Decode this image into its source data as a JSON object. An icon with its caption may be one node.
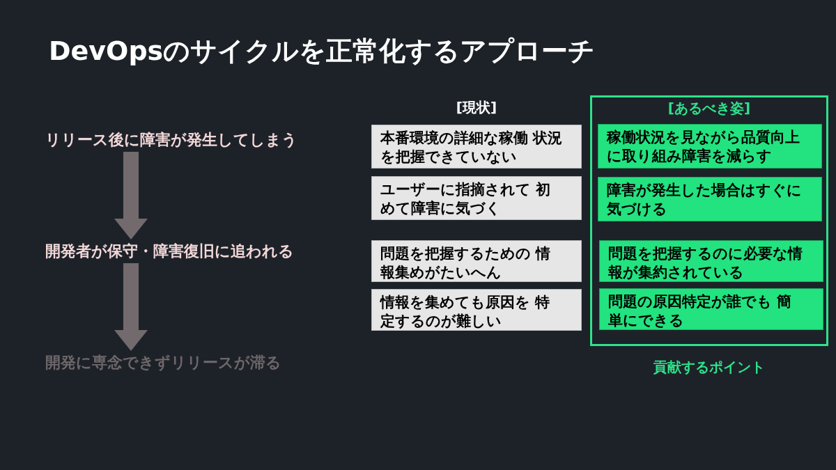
{
  "diagram": {
    "title": "DevOpsのサイクルを正常化するアプローチ",
    "nodes": [
      {
        "text": [
          "リリース後に障害が発生してしまう"
        ]
      },
      {
        "text": [
          "開発者が保守・障害復旧に追われる"
        ]
      },
      {
        "text": [
          "開発に専念できずリリースが滞る"
        ]
      },
      {
        "text": [
          "本番環境の詳細な稼働 状況を把握できていない"
        ]
      },
      {
        "text": [
          "ユーザーに指摘されて 初めて障害に気づく"
        ]
      },
      {
        "text": [
          "問題を把握するための 情報集めがたいへん"
        ]
      },
      {
        "text": [
          "情報を集めても原因を 特定するのが難しい"
        ]
      },
      {
        "text": [
          "[あるべき姿]"
        ],
        "beside": [
          "貢献するポイント"
        ]
      },
      {
        "text": [
          "稼働状況を見ながら品質向上に取り組み障害を減らす"
        ],
        "in": 7
      },
      {
        "text": [
          "障害が発生した場合はすぐに気づける"
        ],
        "in": 7
      },
      {
        "text": [
          "問題を把握するのに必要な情報が集約されている"
        ],
        "in": 7
      },
      {
        "text": [
          "問題の原因特定が誰でも 簡単にできる"
        ],
        "in": 7
      }
    ],
    "edges": [
      {
        "from": 0,
        "to": 1,
        "arrow": "to"
      },
      {
        "from": 1,
        "to": 2,
        "arrow": "to"
      }
    ],
    "labels": [
      "[現状]"
    ]
  }
}
